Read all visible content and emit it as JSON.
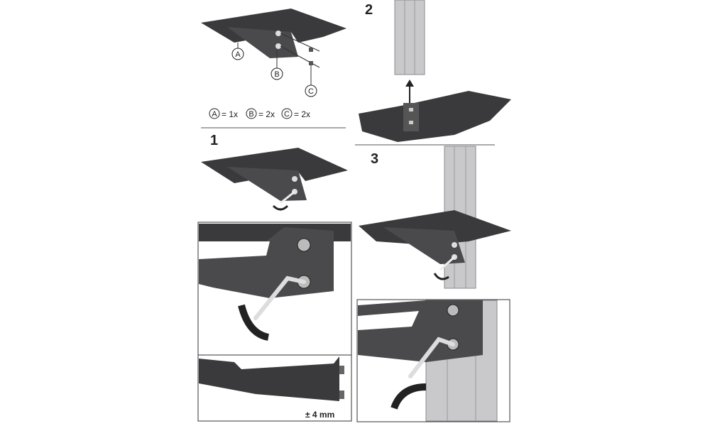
{
  "parts": {
    "labels": [
      "A",
      "B",
      "C"
    ],
    "legend": [
      {
        "part": "A",
        "qty": "= 1x"
      },
      {
        "part": "B",
        "qty": "= 2x"
      },
      {
        "part": "C",
        "qty": "= 2x"
      }
    ]
  },
  "steps": [
    "1",
    "2",
    "3"
  ],
  "detail": {
    "adjustment": "± 4 mm"
  }
}
